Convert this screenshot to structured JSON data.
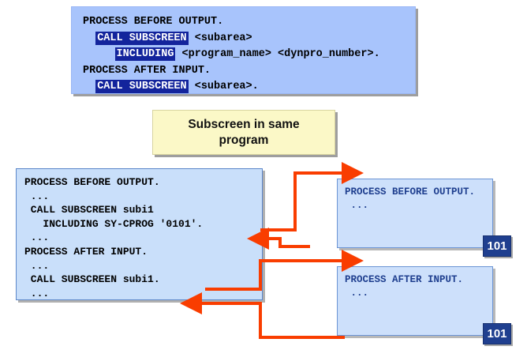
{
  "slide": {
    "title": "Subscreen in same program"
  },
  "syntax_box": {
    "name": "abap-syntax-snippet",
    "lines": [
      {
        "segments": [
          {
            "text": "PROCESS BEFORE OUTPUT.",
            "style": "plain"
          }
        ]
      },
      {
        "segments": [
          {
            "text": "  ",
            "style": "plain"
          },
          {
            "text": "CALL SUBSCREEN",
            "style": "keyword"
          },
          {
            "text": " <subarea>",
            "style": "plain"
          }
        ]
      },
      {
        "segments": [
          {
            "text": "     ",
            "style": "plain"
          },
          {
            "text": "INCLUDING",
            "style": "keyword"
          },
          {
            "text": " <program_name> <dynpro_number>.",
            "style": "plain"
          }
        ]
      },
      {
        "segments": [
          {
            "text": "PROCESS AFTER INPUT.",
            "style": "plain"
          }
        ]
      },
      {
        "segments": [
          {
            "text": "  ",
            "style": "plain"
          },
          {
            "text": "CALL SUBSCREEN",
            "style": "keyword"
          },
          {
            "text": " <subarea>.",
            "style": "plain"
          }
        ]
      }
    ],
    "plain_text": "PROCESS BEFORE OUTPUT.\n  CALL SUBSCREEN <subarea>\n     INCLUDING <program_name> <dynpro_number>.\nPROCESS AFTER INPUT.\n  CALL SUBSCREEN <subarea>."
  },
  "caption_box": {
    "text": "Subscreen in same\nprogram"
  },
  "main_program_box": {
    "code": "PROCESS BEFORE OUTPUT.\n ...\n CALL SUBSCREEN subi1\n   INCLUDING SY-CPROG '0101'.\n ...\nPROCESS AFTER INPUT.\n ...\n CALL SUBSCREEN subi1.\n ..."
  },
  "subscreen_pbo": {
    "code": "PROCESS BEFORE OUTPUT.\n ...",
    "badge": "101"
  },
  "subscreen_pai": {
    "code": "PROCESS AFTER INPUT.\n ...",
    "badge": "101"
  },
  "colors": {
    "syntax_box_bg": "#a8c4fc",
    "keyword_highlight": "#13249c",
    "caption_bg": "#fbf8c7",
    "program_box_bg": "#c9dffa",
    "subscreen_box_bg": "#cde0fb",
    "subscreen_text": "#1f3f8f",
    "badge_bg": "#1f3f8f",
    "arrow": "#f93d00"
  }
}
